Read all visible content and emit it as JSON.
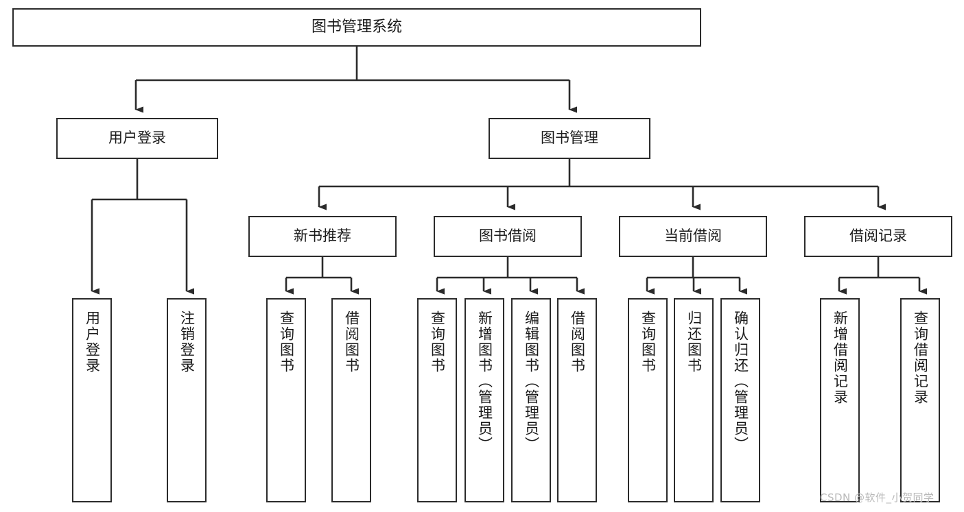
{
  "diagram": {
    "title": "图书管理系统",
    "type": "tree-hierarchy",
    "stroke_color": "#2b2b2b",
    "fill_color": "#ffffff",
    "text_color": "#1a1a1a"
  },
  "nodes": {
    "root": {
      "label": "图书管理系统"
    },
    "level1": [
      {
        "id": "user-login",
        "label": "用户登录"
      },
      {
        "id": "book-manage",
        "label": "图书管理"
      }
    ],
    "level2": [
      {
        "id": "new-book-recommend",
        "label": "新书推荐"
      },
      {
        "id": "book-borrow",
        "label": "图书借阅"
      },
      {
        "id": "current-borrow",
        "label": "当前借阅"
      },
      {
        "id": "borrow-record",
        "label": "借阅记录"
      }
    ],
    "leaves": {
      "user_login": [
        {
          "id": "leaf-user-login",
          "label": "用户登录"
        },
        {
          "id": "leaf-logout-login",
          "label": "注销登录"
        }
      ],
      "new_book_recommend": [
        {
          "id": "leaf-query-book-1",
          "label": "查询图书"
        },
        {
          "id": "leaf-borrow-book-1",
          "label": "借阅图书"
        }
      ],
      "book_borrow": [
        {
          "id": "leaf-query-book-2",
          "label": "查询图书"
        },
        {
          "id": "leaf-add-book",
          "label": "新增图书（管理员）"
        },
        {
          "id": "leaf-edit-book",
          "label": "编辑图书（管理员）"
        },
        {
          "id": "leaf-borrow-book-2",
          "label": "借阅图书"
        }
      ],
      "current_borrow": [
        {
          "id": "leaf-query-book-3",
          "label": "查询图书"
        },
        {
          "id": "leaf-return-book",
          "label": "归还图书"
        },
        {
          "id": "leaf-confirm-return",
          "label": "确认归还（管理员）"
        }
      ],
      "borrow_record": [
        {
          "id": "leaf-add-record",
          "label": "新增借阅记录"
        },
        {
          "id": "leaf-query-record",
          "label": "查询借阅记录"
        }
      ]
    }
  },
  "watermark": {
    "text": "CSDN @软件_小贺同学"
  }
}
